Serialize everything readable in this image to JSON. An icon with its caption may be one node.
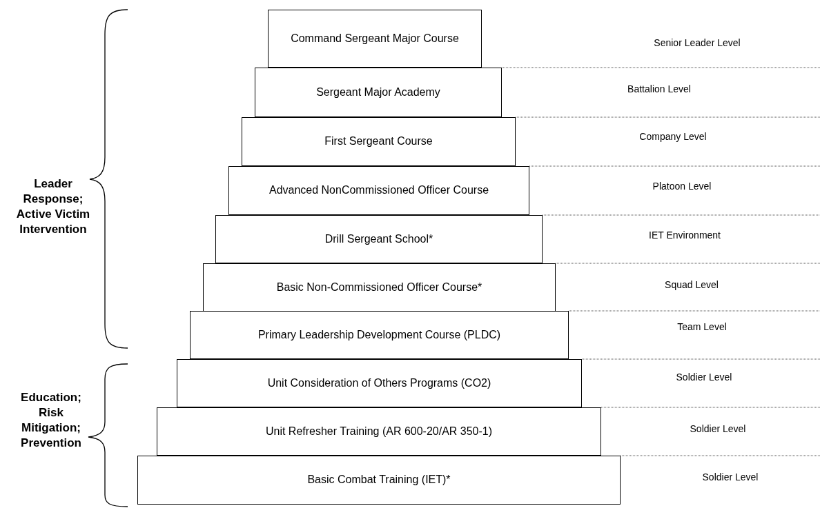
{
  "diagram": {
    "nodes": [
      {
        "text": [
          "Command Sergeant Major Course"
        ]
      },
      {
        "text": [
          "Sergeant Major Academy"
        ]
      },
      {
        "text": [
          "First Sergeant Course"
        ]
      },
      {
        "text": [
          "Advanced NonCommissioned Officer Course"
        ]
      },
      {
        "text": [
          "Drill Sergeant School*"
        ]
      },
      {
        "text": [
          "Basic Non-Commissioned Officer Course*"
        ]
      },
      {
        "text": [
          "Primary Leadership Development Course (PLDC)"
        ]
      },
      {
        "text": [
          "Unit Consideration of Others Programs (CO2)"
        ]
      },
      {
        "text": [
          "Unit Refresher Training (AR 600-20/AR 350-1)"
        ]
      },
      {
        "text": [
          "Basic Combat Training (IET)*"
        ]
      }
    ],
    "labels": [
      "Senior Leader Level",
      "Battalion Level",
      "Company Level",
      "Platoon Level",
      "IET Environment",
      "Squad Level",
      "Team Level",
      "Soldier Level",
      "Soldier Level",
      "Soldier Level",
      "Leader Response; Active Victim Intervention",
      "Education; Risk Mitigation; Prevention"
    ]
  }
}
